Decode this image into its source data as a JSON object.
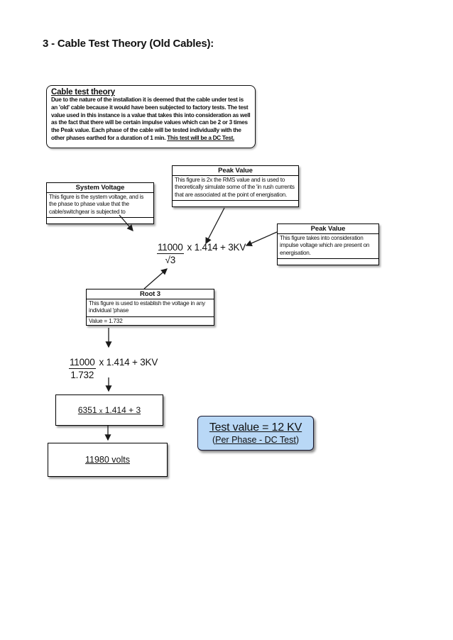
{
  "page": {
    "title": "3 - Cable Test Theory (Old Cables):"
  },
  "theory_note": {
    "title": "Cable test theory",
    "body": "Due to the nature of the installation it is deemed that the cable under test is an 'old' cable because it would have been subjected to factory tests. The test value used in this instance is a value that takes this into consideration as well as the fact that there will be certain impulse values which can be 2 or 3 times the Peak value. Each phase of the cable will be tested individually with the other phases earthed for a duration of 1 min. ",
    "body_underlined": "This test will be a DC Test."
  },
  "callouts": {
    "system_voltage": {
      "title": "System Voltage",
      "body": "This figure is the system voltage, and is the phase to phase value that the cable/switchgear is subjected to"
    },
    "peak_value_top": {
      "title": "Peak Value",
      "body": "This figure is 2x the RMS value and is used to theoretically simulate some of the 'in rush currents that are associated at the point of energisation."
    },
    "peak_value_right": {
      "title": "Peak Value",
      "body": "This figure takes into consideration impulse voltage which are present on energisation."
    },
    "root_3": {
      "title": "Root 3",
      "body": "This figure is used to establish the voltage in any individual 'phase",
      "value": "Value = 1.732"
    }
  },
  "formulas": {
    "step1": {
      "numerator": "11000",
      "denominator": "√3",
      "tail": "x 1.414 + 3KV"
    },
    "step2": {
      "numerator": "11000",
      "denominator": "1.732",
      "tail": "x 1.414 + 3KV"
    },
    "step3": {
      "a": "6351",
      "op": "x",
      "b": "1.414 + 3"
    },
    "step4": "11980 volts"
  },
  "result": {
    "line1": "Test value = 12 KV",
    "line2_open": "(",
    "line2": "Per Phase - DC Test",
    "line2_close": ")",
    "bg_color": "#b9d8f6"
  }
}
